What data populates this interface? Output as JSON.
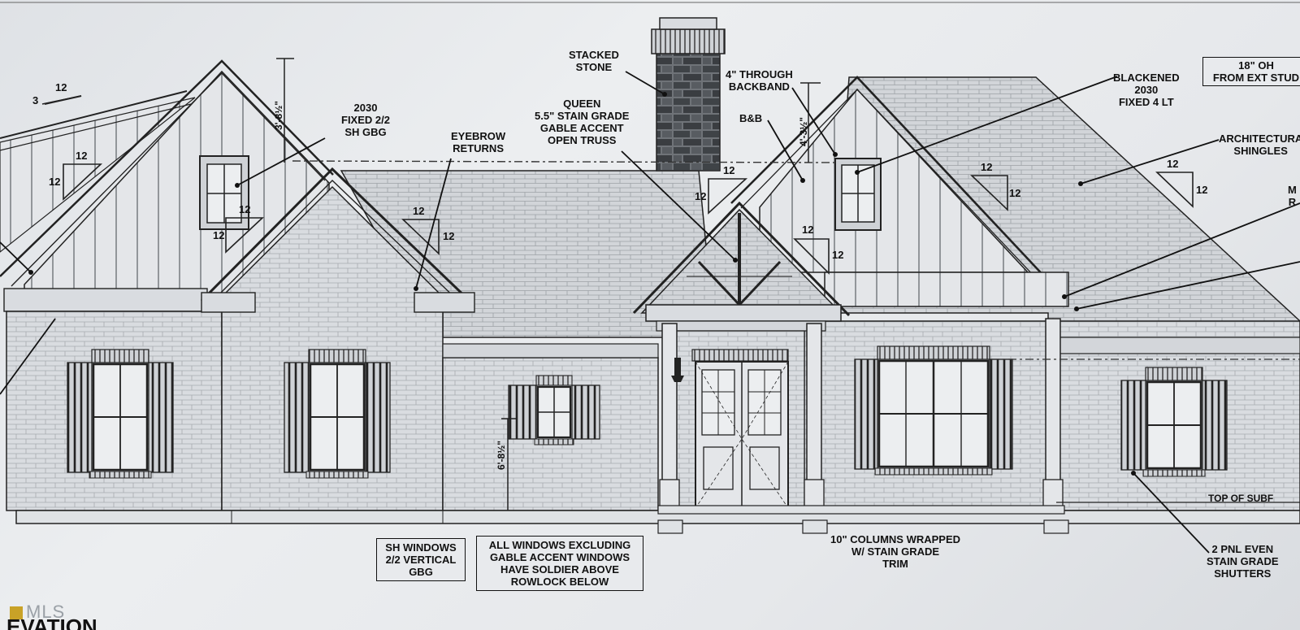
{
  "callouts": {
    "stacked_stone": [
      "STACKED",
      "STONE"
    ],
    "window_2030_left": [
      "2030",
      "FIXED 2/2",
      "SH GBG"
    ],
    "eyebrow_returns": [
      "EYEBROW",
      "RETURNS"
    ],
    "queen_truss": [
      "QUEEN",
      "5.5\" STAIN GRADE",
      "GABLE ACCENT",
      "OPEN TRUSS"
    ],
    "backband": [
      "4\" THROUGH",
      "BACKBAND"
    ],
    "bb": "B&B",
    "blackened_2030": [
      "BLACKENED",
      "2030",
      "FIXED 4 LT"
    ],
    "architectural_shingles": [
      "ARCHITECTURA",
      "SHINGLES"
    ],
    "metal_roof_partial": [
      "M",
      "R"
    ],
    "columns": [
      "10\" COLUMNS WRAPPED",
      "W/ STAIN GRADE",
      "TRIM"
    ],
    "shutters": [
      "2 PNL EVEN",
      "STAIN GRADE",
      "SHUTTERS"
    ],
    "top_of_subfloor": "TOP OF SUBF"
  },
  "boxed_notes": {
    "overhang": [
      "18\" OH",
      "FROM EXT STUD"
    ],
    "sh_windows": [
      "SH WINDOWS",
      "2/2 VERTICAL",
      "GBG"
    ],
    "all_windows": [
      "ALL WINDOWS EXCLUDING",
      "GABLE ACCENT WINDOWS",
      "HAVE SOLDIER ABOVE",
      "ROWLOCK BELOW"
    ]
  },
  "dimensions": {
    "gable_upper": "3'-8½\"",
    "right_gable": "4'-3½\"",
    "window_height": "6'-8½\""
  },
  "pitch_marks": [
    {
      "rise": "3",
      "run": "12"
    },
    {
      "rise": "12",
      "run": "12"
    },
    {
      "rise": "12",
      "run": "12"
    },
    {
      "rise": "12",
      "run": "12"
    },
    {
      "rise": "12",
      "run": "12"
    },
    {
      "rise": "12",
      "run": "12"
    },
    {
      "rise": "12",
      "run": "12"
    },
    {
      "rise": "12",
      "run": "12"
    }
  ],
  "title_partial": "EVATION",
  "watermark": "MLS",
  "colors": {
    "line": "#222222",
    "paper": "#e8eaed",
    "brick": "#d6d9dd",
    "roof": "#cfd2d6"
  }
}
